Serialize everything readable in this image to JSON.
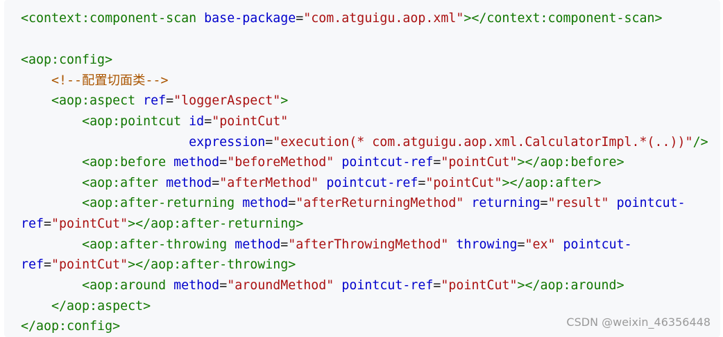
{
  "code": {
    "line1": {
      "tag_open": "<context:component-scan",
      "attr1": "base-package",
      "eq1": "=",
      "val1": "\"com.atguigu.aop.xml\"",
      "tag_close": "></context:component-scan>"
    },
    "line3": {
      "tag": "<aop:config>"
    },
    "line4": {
      "comment": "<!--配置切面类-->"
    },
    "line5": {
      "tag_open": "<aop:aspect",
      "attr1": "ref",
      "eq1": "=",
      "val1": "\"loggerAspect\"",
      "tag_close": ">"
    },
    "line6": {
      "tag_open": "<aop:pointcut",
      "attr1": "id",
      "eq1": "=",
      "val1": "\"pointCut\""
    },
    "line7": {
      "attr1": "expression",
      "eq1": "=",
      "val1": "\"execution(* com.atguigu.aop.xml.CalculatorImpl.*(..))\"",
      "tag_close": "/>"
    },
    "line8": {
      "tag_open": "<aop:before",
      "attr1": "method",
      "eq1": "=",
      "val1": "\"beforeMethod\"",
      "attr2": "pointcut-ref",
      "eq2": "=",
      "val2": "\"pointCut\"",
      "tag_close": "></aop:before>"
    },
    "line9": {
      "tag_open": "<aop:after",
      "attr1": "method",
      "eq1": "=",
      "val1": "\"afterMethod\"",
      "attr2": "pointcut-ref",
      "eq2": "=",
      "val2": "\"pointCut\"",
      "tag_close": "></aop:after>"
    },
    "line10": {
      "tag_open": "<aop:after-returning",
      "attr1": "method",
      "eq1": "=",
      "val1": "\"afterReturningMethod\"",
      "attr2": "returning",
      "eq2": "=",
      "val2": "\"result\"",
      "attr3": "pointcut-"
    },
    "line11": {
      "attr3_cont": "ref",
      "eq3": "=",
      "val3": "\"pointCut\"",
      "tag_close": "></aop:after-returning>"
    },
    "line12": {
      "tag_open": "<aop:after-throwing",
      "attr1": "method",
      "eq1": "=",
      "val1": "\"afterThrowingMethod\"",
      "attr2": "throwing",
      "eq2": "=",
      "val2": "\"ex\"",
      "attr3": "pointcut-"
    },
    "line13": {
      "attr3_cont": "ref",
      "eq3": "=",
      "val3": "\"pointCut\"",
      "tag_close": "></aop:after-throwing>"
    },
    "line14": {
      "tag_open": "<aop:around",
      "attr1": "method",
      "eq1": "=",
      "val1": "\"aroundMethod\"",
      "attr2": "pointcut-ref",
      "eq2": "=",
      "val2": "\"pointCut\"",
      "tag_close": "></aop:around>"
    },
    "line15": {
      "tag": "</aop:aspect>"
    },
    "line16": {
      "tag": "</aop:config>"
    }
  },
  "watermark": "CSDN @weixin_46356448",
  "colors": {
    "tag": "#117700",
    "attribute": "#0000cc",
    "string": "#aa1111",
    "comment": "#aa5500",
    "background": "#f7f8fa"
  }
}
